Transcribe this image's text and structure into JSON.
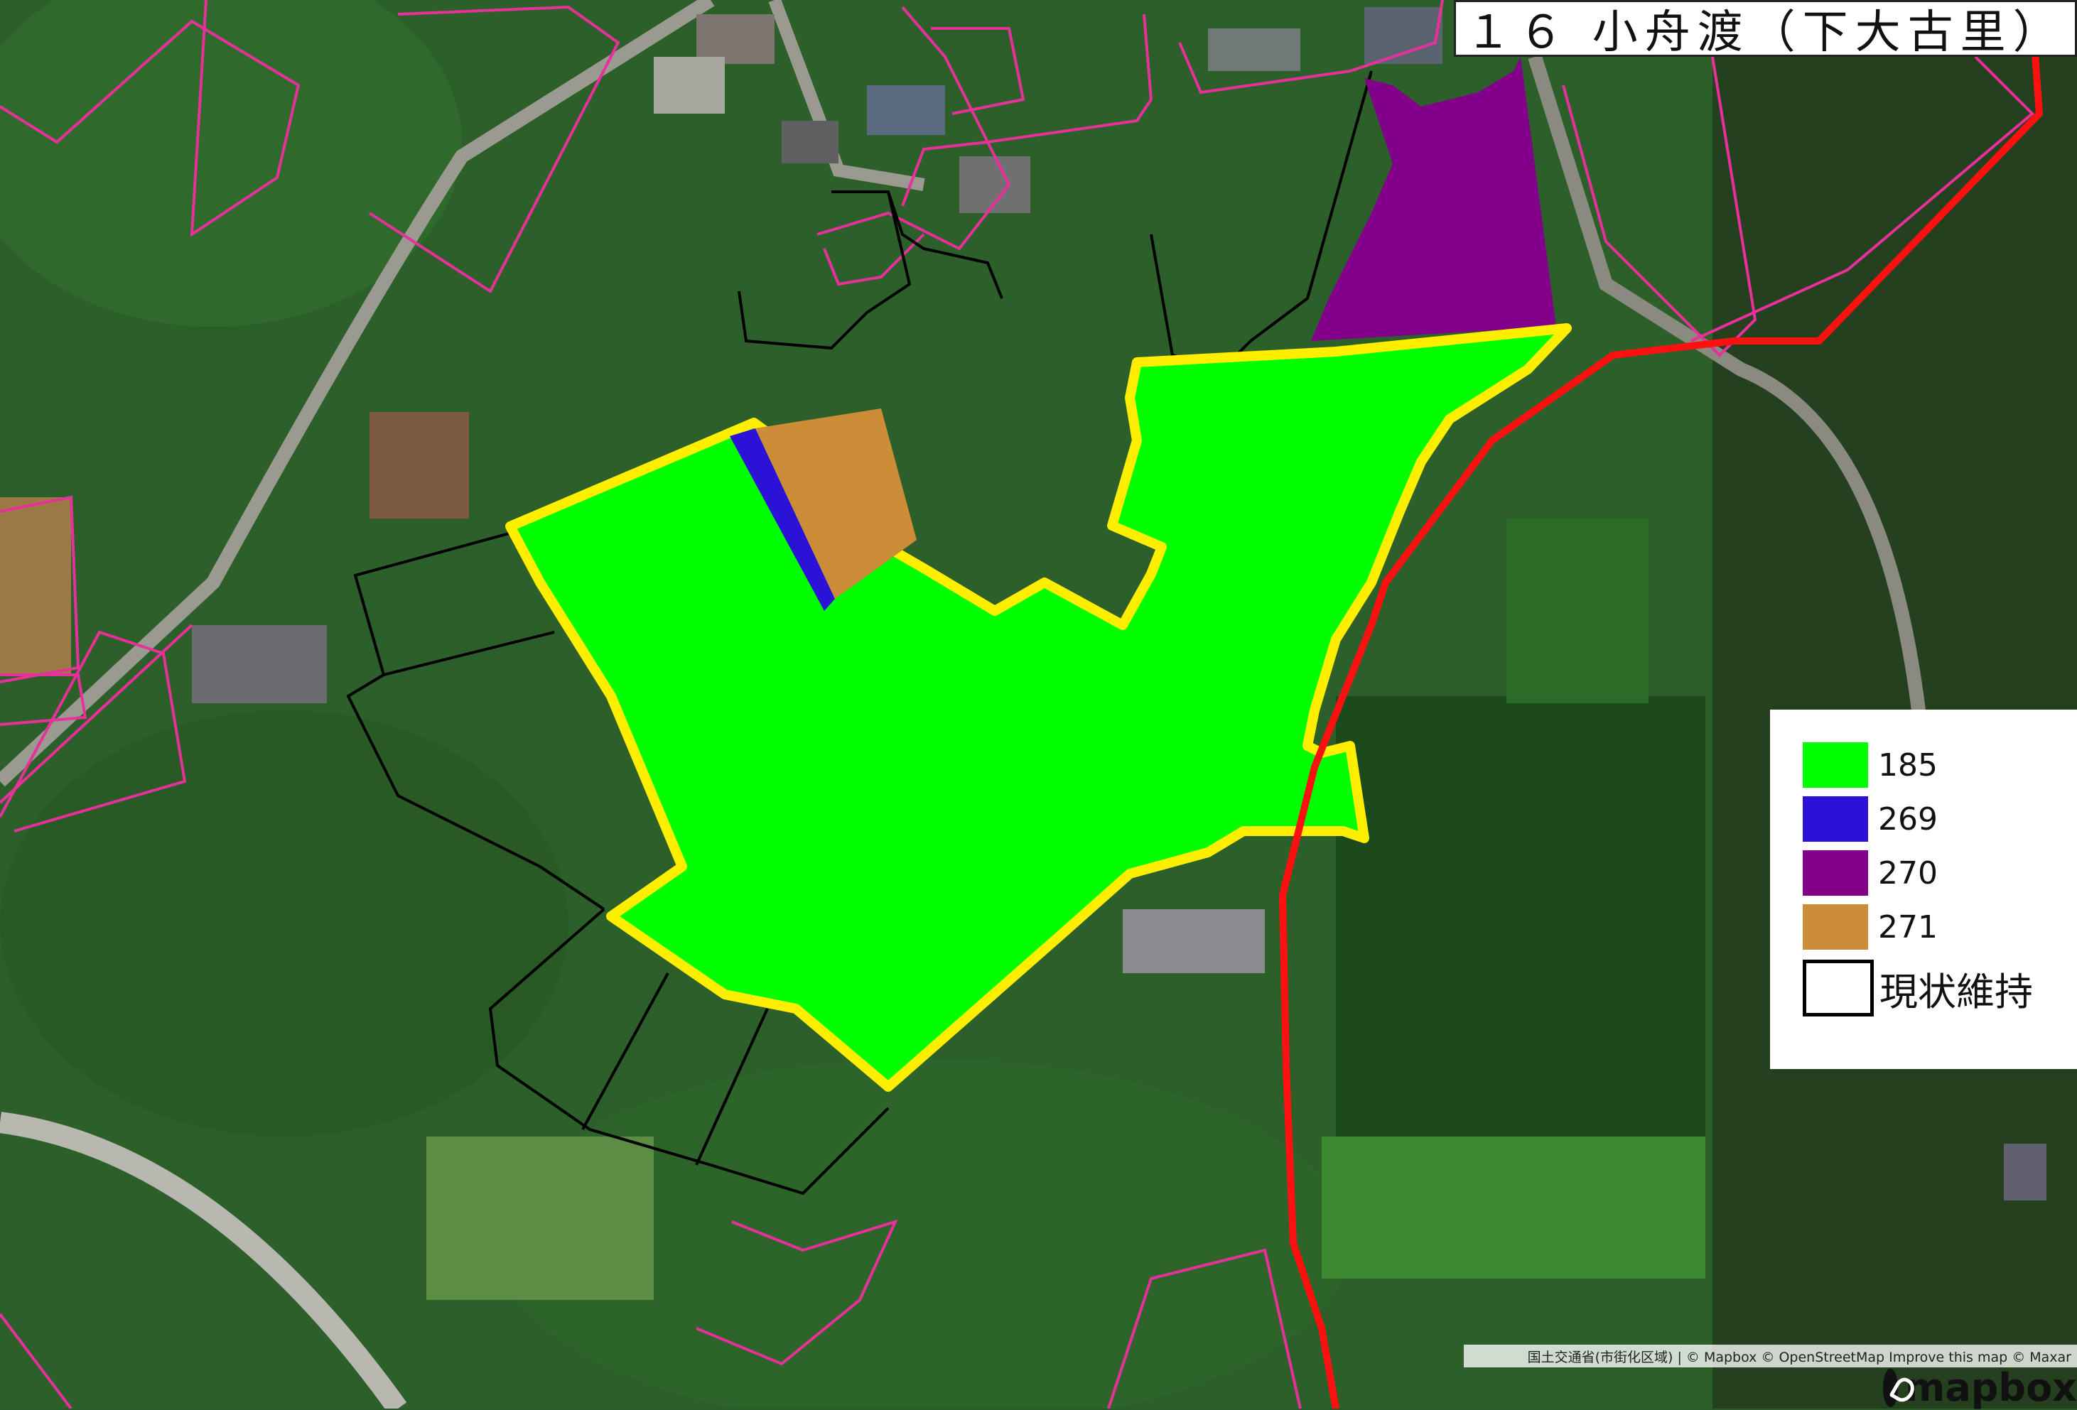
{
  "title": "１６ 小舟渡（下大古里）",
  "legend": [
    {
      "label": "185",
      "color": "#00ff00",
      "border": "#00ff00"
    },
    {
      "label": "269",
      "color": "#2b12d6",
      "border": "#2b12d6"
    },
    {
      "label": "270",
      "color": "#82008a",
      "border": "#82008a"
    },
    {
      "label": "271",
      "color": "#cc8c38",
      "border": "#cc8c38"
    },
    {
      "label": "現状維持",
      "color": "#ffffff",
      "border": "#000000"
    }
  ],
  "colors": {
    "parcel_outline": "#e8309a",
    "highlight_outline": "#ffee00",
    "boundary_line": "#ff1010",
    "keep_outline": "#000000"
  },
  "attribution": "国土交通省(市街化区域) | © Mapbox © OpenStreetMap Improve this map © Maxar",
  "logo": "mapbox"
}
